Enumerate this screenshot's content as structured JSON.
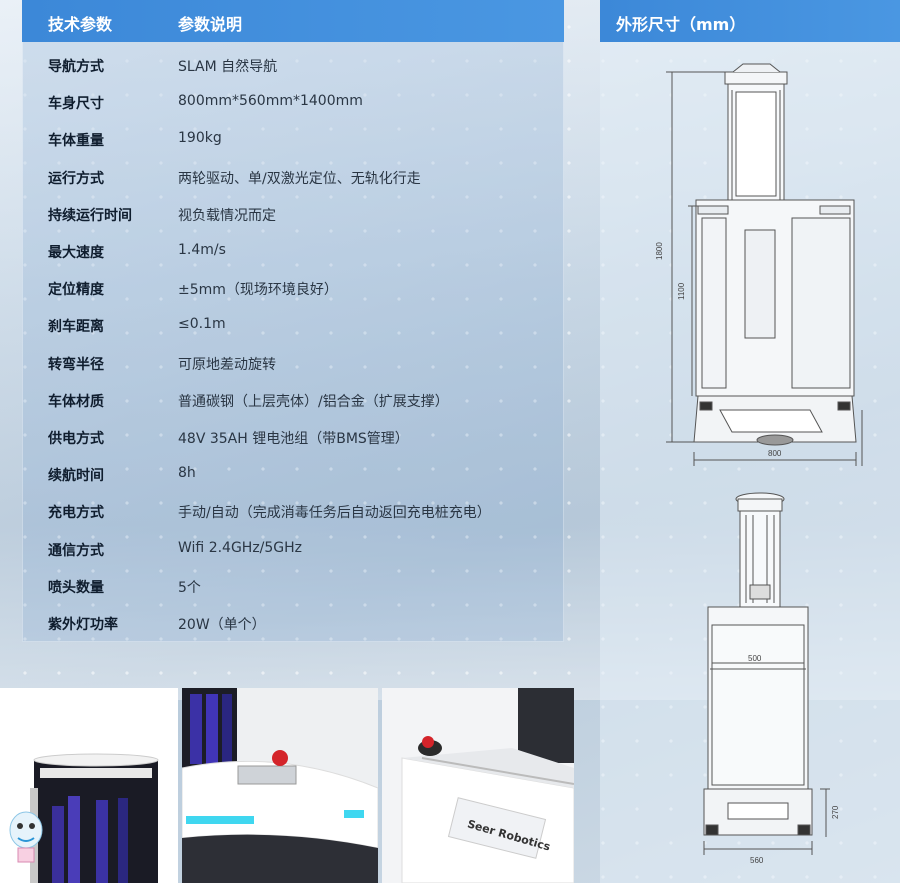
{
  "spec_table": {
    "header_param": "技术参数",
    "header_desc": "参数说明",
    "rows": [
      {
        "key": "导航方式",
        "value": "SLAM 自然导航"
      },
      {
        "key": "车身尺寸",
        "value": "800mm*560mm*1400mm"
      },
      {
        "key": "车体重量",
        "value": "190kg"
      },
      {
        "key": "运行方式",
        "value": "两轮驱动、单/双激光定位、无轨化行走"
      },
      {
        "key": "持续运行时间",
        "value": "视负载情况而定"
      },
      {
        "key": "最大速度",
        "value": "1.4m/s"
      },
      {
        "key": "定位精度",
        "value": "±5mm（现场环境良好）"
      },
      {
        "key": "刹车距离",
        "value": "≤0.1m"
      },
      {
        "key": "转弯半径",
        "value": "可原地差动旋转"
      },
      {
        "key": "车体材质",
        "value": "普通碳钢（上层壳体）/铝合金（扩展支撑）"
      },
      {
        "key": "供电方式",
        "value": "48V 35AH 锂电池组（带BMS管理）"
      },
      {
        "key": "续航时间",
        "value": "8h"
      },
      {
        "key": "充电方式",
        "value": "手动/自动（完成消毒任务后自动返回充电桩充电）"
      },
      {
        "key": "通信方式",
        "value": "Wifi 2.4GHz/5GHz"
      },
      {
        "key": "喷头数量",
        "value": "5个"
      },
      {
        "key": "紫外灯功率",
        "value": "20W（单个）"
      }
    ]
  },
  "dimensions": {
    "title": "外形尺寸（mm）",
    "side_view": {
      "height_total": "1800",
      "height_body": "1100",
      "length": "800"
    },
    "front_view": {
      "width_inner": "500",
      "base_height": "270",
      "width": "560"
    }
  },
  "photos": {
    "brand_text": "Seer Robotics"
  },
  "colors": {
    "header_blue": "#4090dc",
    "accent_cyan": "#3fd7f0",
    "stop_red": "#d4242a"
  }
}
